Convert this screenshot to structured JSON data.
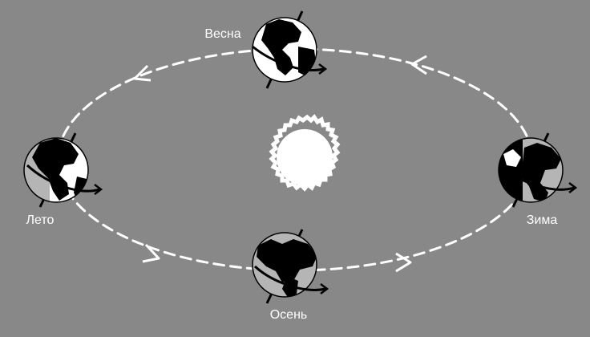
{
  "colors": {
    "background": "#888888",
    "orbit": "#ffffff",
    "sun": "#ffffff",
    "land": "#000000",
    "day_side": "#ffffff",
    "night_side": "#000000",
    "twilight": "#b5b5b5"
  },
  "seasons": {
    "spring": {
      "label": "Весна",
      "icon": "earth-globe-icon"
    },
    "summer": {
      "label": "Лето",
      "icon": "earth-globe-icon"
    },
    "autumn": {
      "label": "Осень",
      "icon": "earth-globe-icon"
    },
    "winter": {
      "label": "Зима",
      "icon": "earth-globe-icon"
    }
  },
  "sun": {
    "icon": "sun-icon"
  },
  "orbit": {
    "style": "dashed",
    "direction": "counterclockwise"
  }
}
